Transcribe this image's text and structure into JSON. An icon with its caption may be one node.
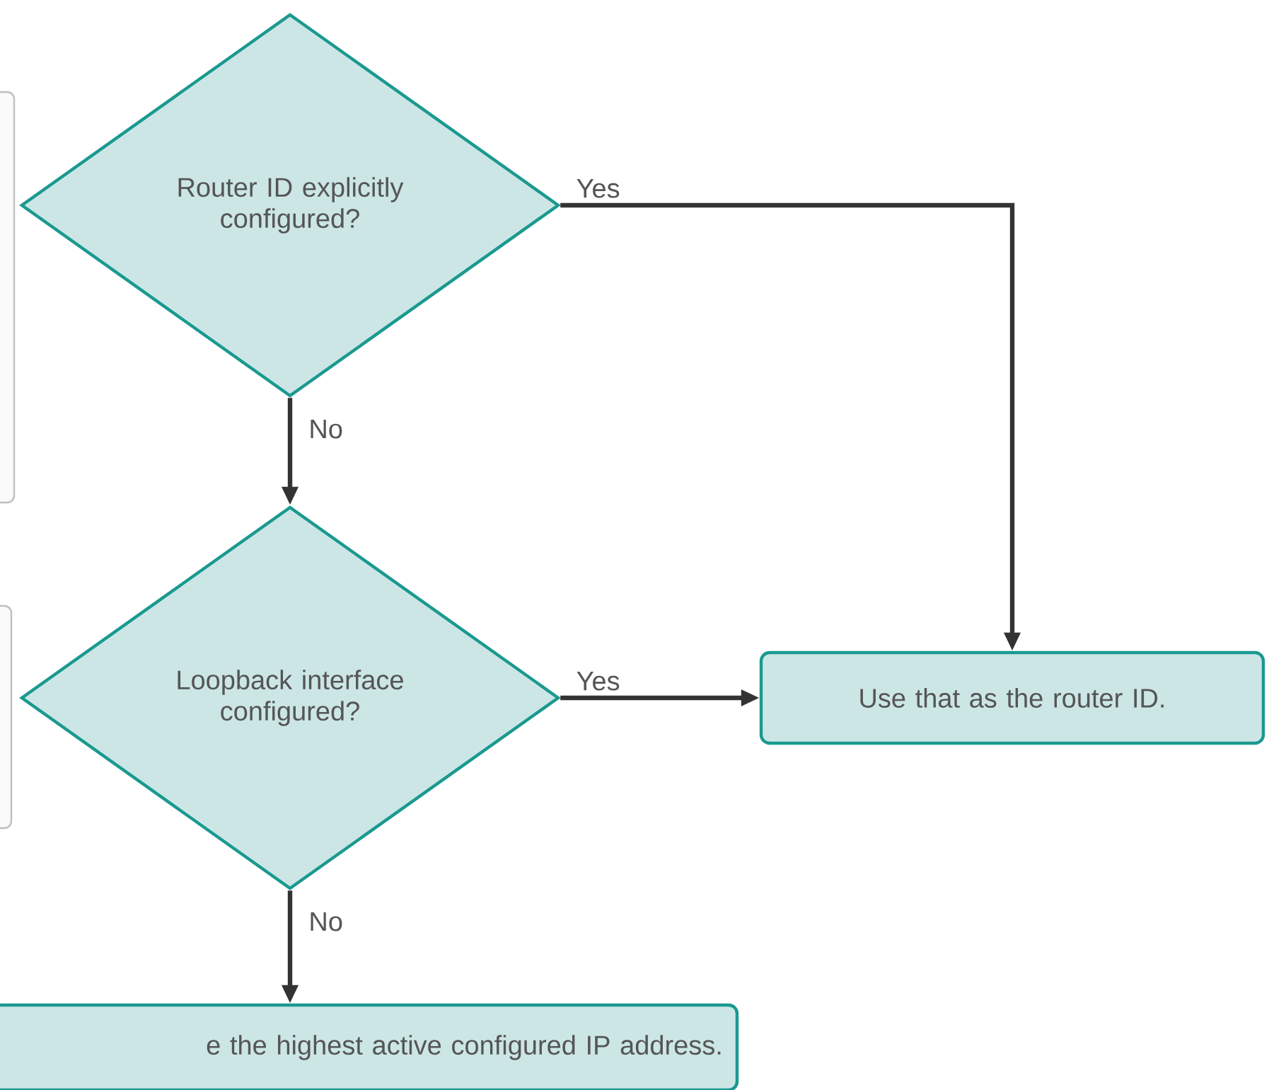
{
  "diagram": {
    "nodes": [
      {
        "text": [
          "Router ID explicitly configured?"
        ]
      },
      {
        "text": [
          "Loopback interface configured?"
        ]
      },
      {
        "text": [
          "Use that as the router ID."
        ]
      },
      {
        "text": [
          "e the highest active configured IP address."
        ]
      }
    ],
    "edges": [
      {
        "from": 0,
        "to": 2,
        "arrow": "to",
        "label": "Yes"
      },
      {
        "from": 0,
        "to": 1,
        "arrow": "to",
        "label": "No"
      },
      {
        "from": 1,
        "to": 2,
        "arrow": "to",
        "label": "Yes"
      },
      {
        "from": 1,
        "to": 3,
        "arrow": "to",
        "label": "No"
      }
    ]
  }
}
